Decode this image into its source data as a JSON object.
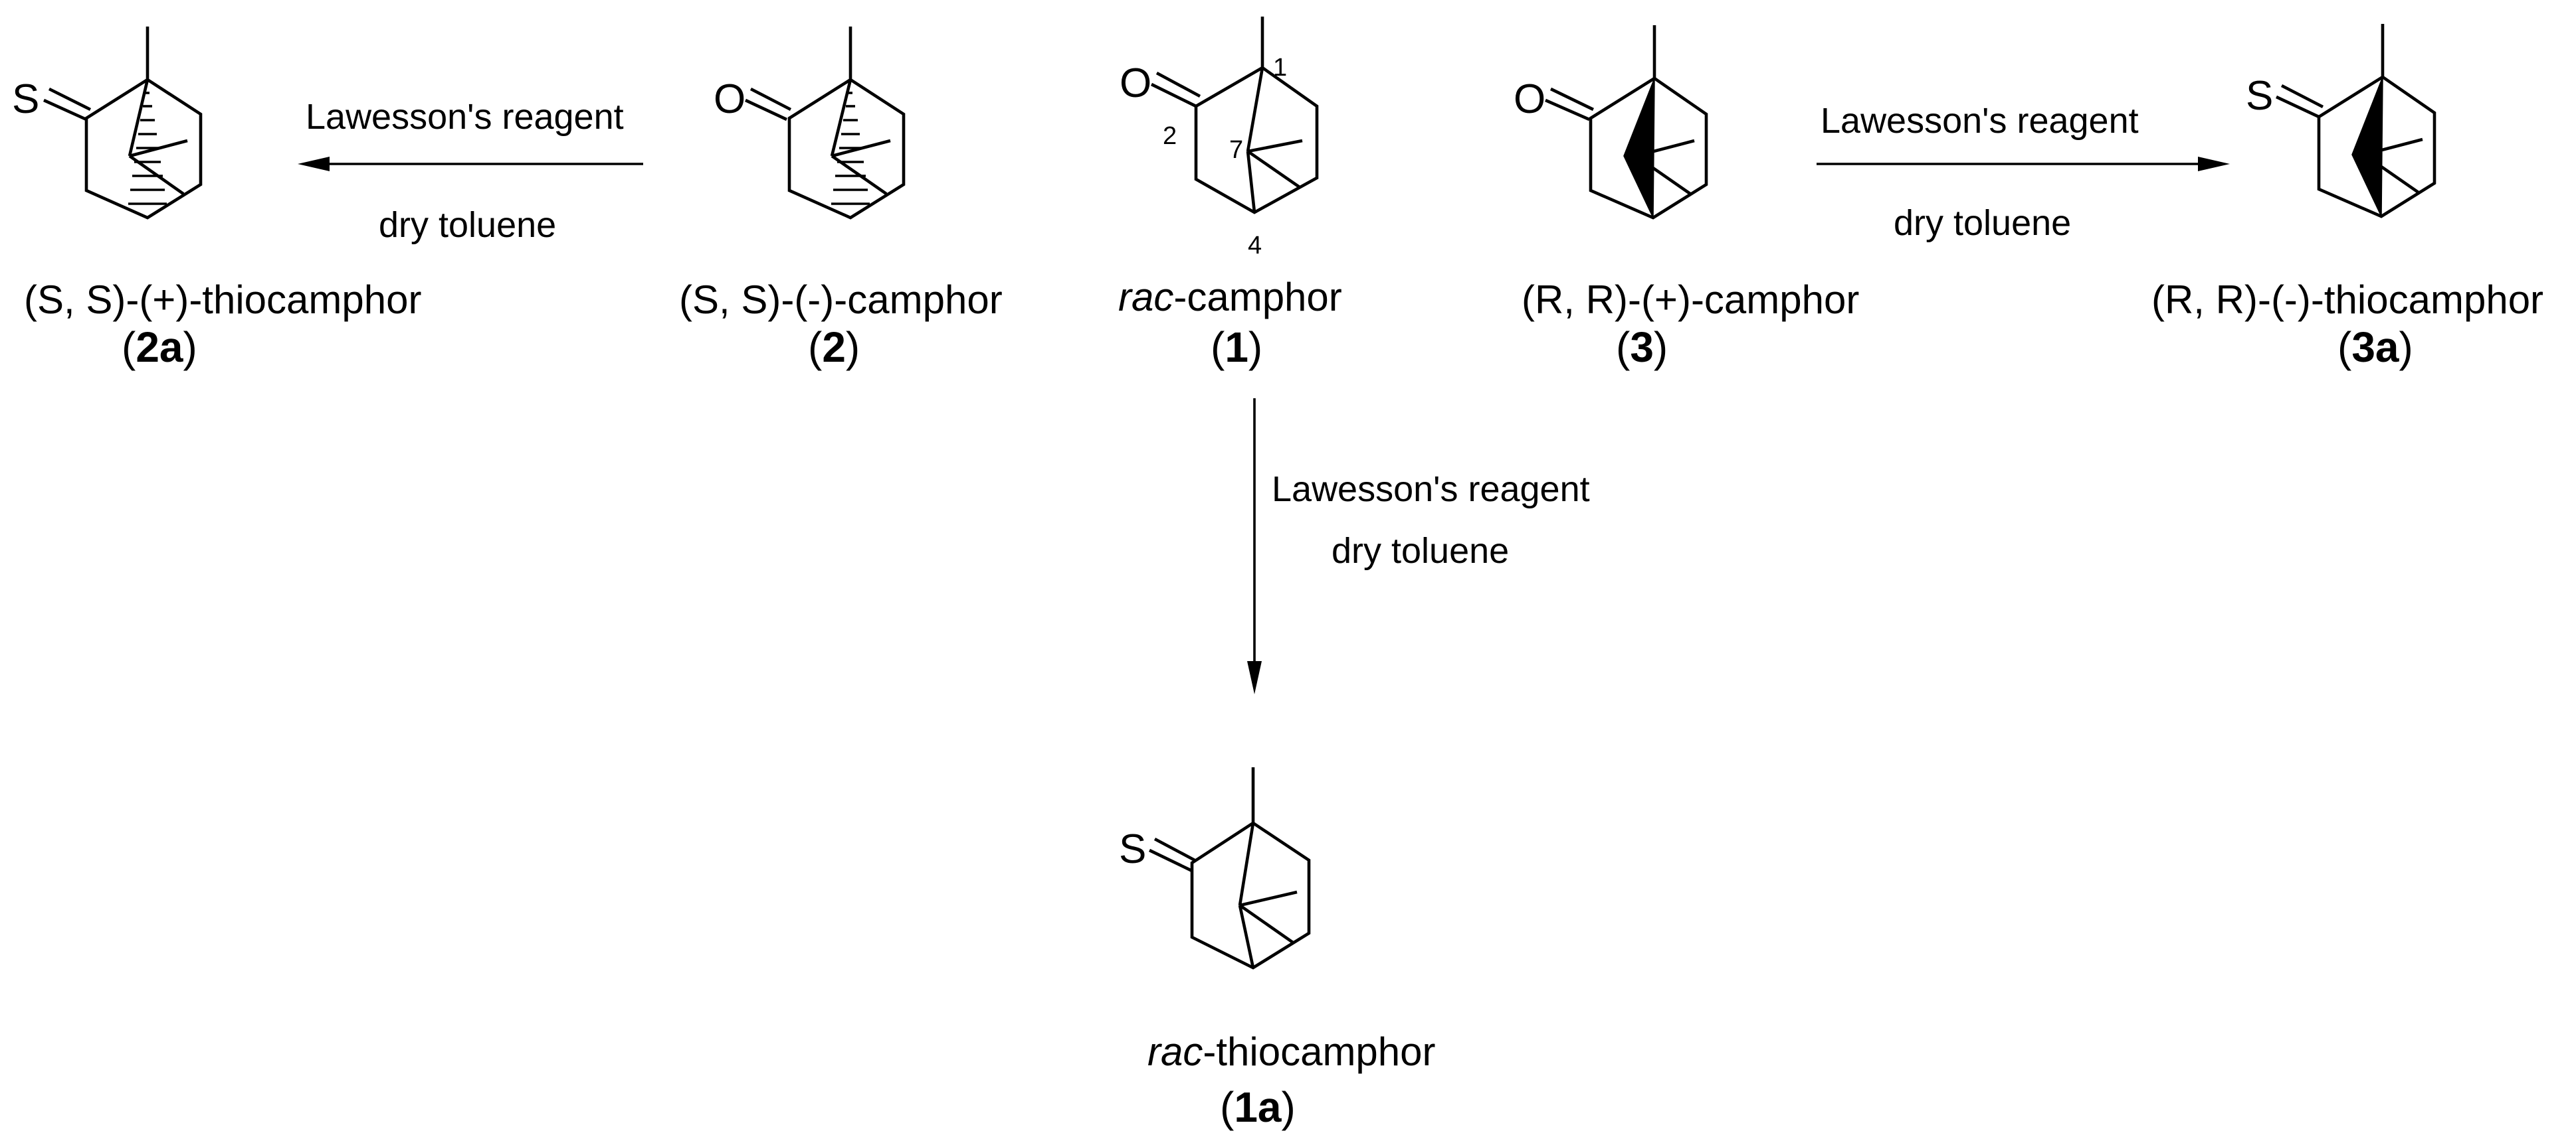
{
  "compounds": [
    {
      "id": "2a",
      "name": "(S, S)-(+)-thiocamphor",
      "hetero_atom": "S",
      "stereo": "hashed bridge",
      "label": {
        "open": "(",
        "number": "2a",
        "close": ")"
      }
    },
    {
      "id": "2",
      "name": "(S, S)-(-)-camphor",
      "hetero_atom": "O",
      "stereo": "hashed bridge",
      "label": {
        "open": "(",
        "number": "2",
        "close": ")"
      }
    },
    {
      "id": "1",
      "name_prefix": "rac",
      "name_rest": "-camphor",
      "hetero_atom": "O",
      "stereo": "plain",
      "locants": [
        "1",
        "2",
        "7",
        "4"
      ],
      "label": {
        "open": "(",
        "number": "1",
        "close": ")"
      }
    },
    {
      "id": "3",
      "name": "(R, R)-(+)-camphor",
      "hetero_atom": "O",
      "stereo": "wedged bridge",
      "label": {
        "open": "(",
        "number": "3",
        "close": ")"
      }
    },
    {
      "id": "3a",
      "name": "(R, R)-(-)-thiocamphor",
      "hetero_atom": "S",
      "stereo": "wedged bridge",
      "label": {
        "open": "(",
        "number": "3a",
        "close": ")"
      }
    },
    {
      "id": "1a",
      "name_prefix": "rac",
      "name_rest": "-thiocamphor",
      "hetero_atom": "S",
      "stereo": "plain",
      "label": {
        "open": "(",
        "number": "1a",
        "close": ")"
      }
    }
  ],
  "reactions": [
    {
      "from": "2",
      "to": "2a",
      "direction": "left",
      "reagent": "Lawesson's reagent",
      "solvent": "dry toluene"
    },
    {
      "from": "3",
      "to": "3a",
      "direction": "right",
      "reagent": "Lawesson's reagent",
      "solvent": "dry toluene"
    },
    {
      "from": "1",
      "to": "1a",
      "direction": "down",
      "reagent": "Lawesson's reagent",
      "solvent": "dry toluene"
    }
  ]
}
